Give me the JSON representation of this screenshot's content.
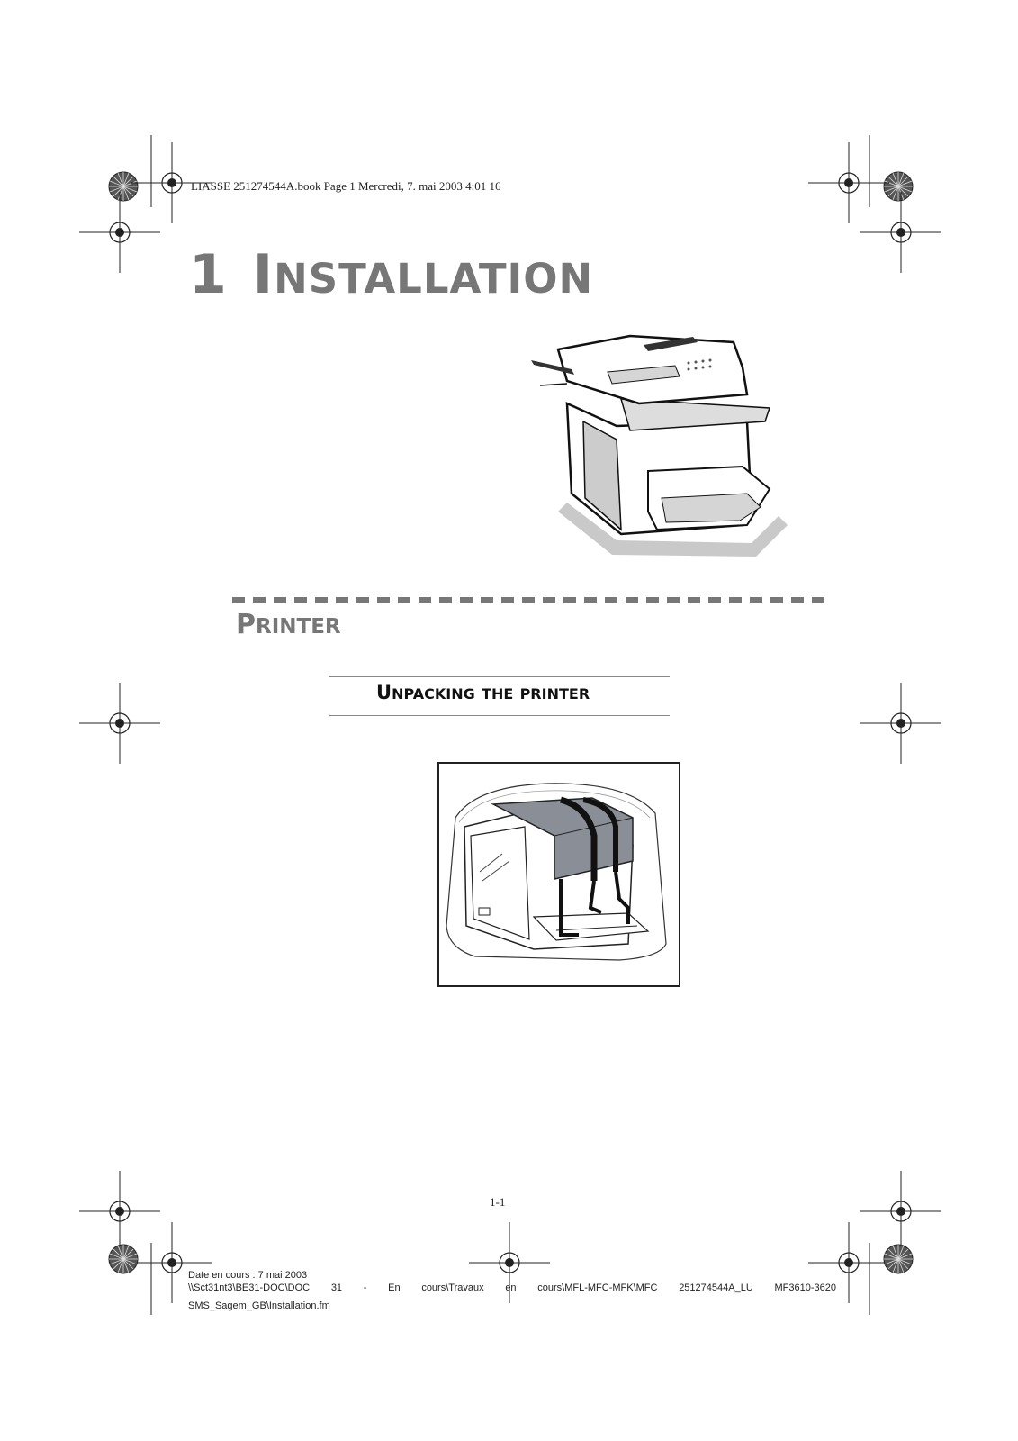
{
  "header": {
    "book_info": "LIASSE 251274544A.book  Page 1  Mercredi, 7. mai 2003  4:01 16"
  },
  "chapter": {
    "number": "1",
    "title_first": "I",
    "title_rest": "NSTALLATION"
  },
  "section": {
    "title_first": "P",
    "title_rest": "RINTER"
  },
  "subsection": {
    "word1_first": "U",
    "word1_rest": "NPACKING",
    "word2": "THE",
    "word3": "PRINTER"
  },
  "page_number": "1-1",
  "footer": {
    "date": "Date en cours : 7 mai 2003",
    "path_parts": [
      "\\\\Sct31nt3\\BE31-DOC\\DOC",
      "31",
      "-",
      "En",
      "cours\\Travaux",
      "en",
      "cours\\MFL-MFC-MFK\\MFC",
      "251274544A_LU",
      "MF3610-3620"
    ],
    "file": "SMS_Sagem_GB\\Installation.fm"
  },
  "colors": {
    "heading_gray": "#777777",
    "text": "#222222"
  },
  "icons": [
    "registration-mark",
    "starburst-mark",
    "printer-illustration",
    "packed-printer-illustration"
  ]
}
